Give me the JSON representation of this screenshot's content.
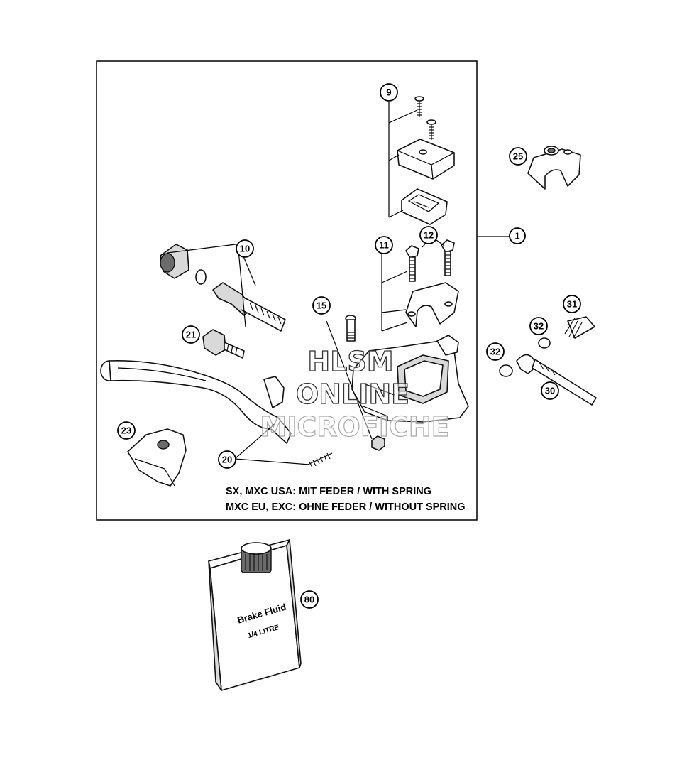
{
  "callouts": {
    "c1": "1",
    "c9": "9",
    "c10": "10",
    "c11": "11",
    "c12": "12",
    "c15": "15",
    "c20": "20",
    "c21": "21",
    "c23": "23",
    "c25": "25",
    "c30": "30",
    "c31": "31",
    "c32a": "32",
    "c32b": "32",
    "c80": "80"
  },
  "notes": {
    "line1": "SX, MXC USA: MIT FEDER / WITH SPRING",
    "line2": "MXC EU, EXC: OHNE FEDER / WITHOUT SPRING"
  },
  "bottle": {
    "line1": "Brake Fluid",
    "line2": "1/4 LITRE"
  },
  "watermark": {
    "line1": "HLSM",
    "line2": "ONLINE",
    "line3": "MICROFICHE"
  }
}
